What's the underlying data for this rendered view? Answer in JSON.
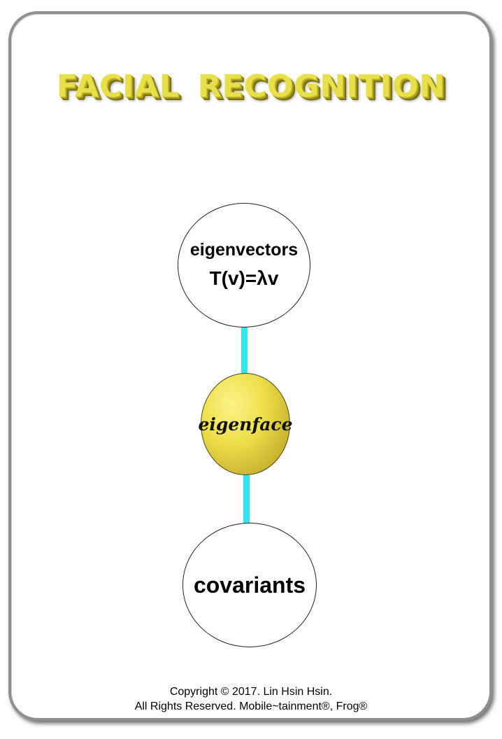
{
  "title": {
    "word1": "FACIAL",
    "word2": "RECOGNITION",
    "color": "#e8e04a"
  },
  "diagram": {
    "connector_color": "#33e6ee",
    "nodes": {
      "top": {
        "label": "eigenvectors",
        "formula": "T(v)=λv"
      },
      "middle": {
        "label": "eigenface",
        "fill": "#eedf4a"
      },
      "bottom": {
        "label": "covariants"
      }
    }
  },
  "footer": {
    "line1": "Copyright © 2017. Lin Hsin Hsin.",
    "line2": "All Rights Reserved. Mobile~tainment®, Frog®"
  }
}
